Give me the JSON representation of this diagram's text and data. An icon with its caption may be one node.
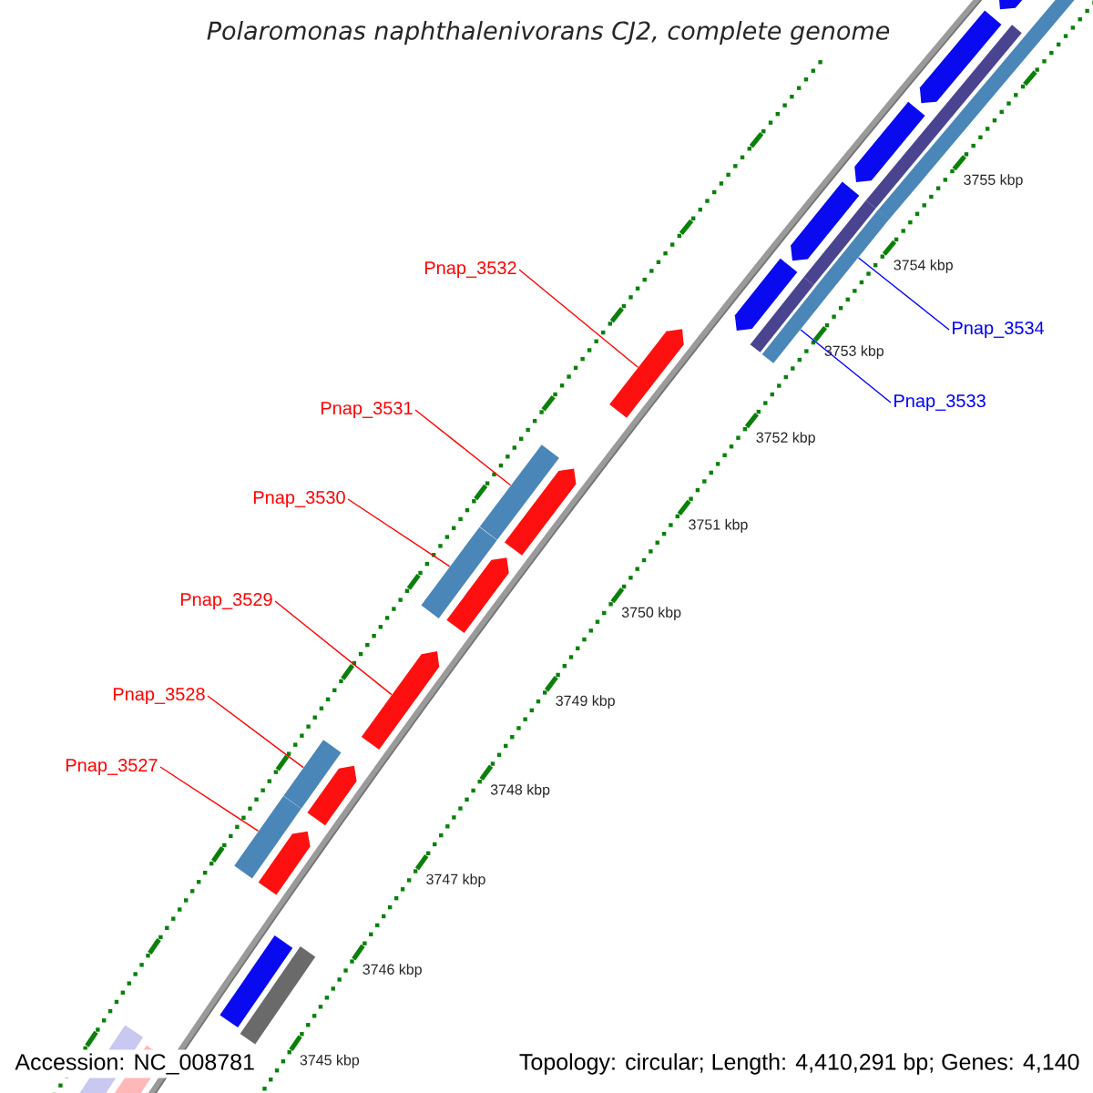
{
  "diagram": {
    "title": "Polaromonas naphthalenivorans CJ2, complete genome",
    "nodes": [
      {
        "text": [
          "Pnap_3532"
        ]
      },
      {
        "text": [
          "Pnap_3534"
        ]
      },
      {
        "text": [
          "Pnap_3533"
        ]
      },
      {
        "text": [
          "Pnap_3531"
        ]
      },
      {
        "text": [
          "Pnap_3530"
        ]
      },
      {
        "text": [
          "Pnap_3529"
        ]
      },
      {
        "text": [
          "Pnap_3528"
        ]
      },
      {
        "text": [
          "Pnap_3527"
        ]
      },
      {
        "text": [],
        "shape": "bar"
      },
      {
        "text": [],
        "shape": "bar"
      },
      {
        "text": [],
        "shape": "bar"
      },
      {
        "text": [],
        "shape": "bar"
      },
      {
        "text": [],
        "shape": "bar"
      },
      {
        "text": [],
        "shape": "bar"
      },
      {
        "text": [],
        "shape": "bar"
      },
      {
        "text": [],
        "shape": "bar"
      }
    ],
    "edges": [
      {
        "from": 0,
        "to": 10,
        "arrow": "none"
      },
      {
        "from": 1,
        "to": 8,
        "arrow": "none",
        "color": "#0000ff"
      },
      {
        "from": 2,
        "to": 9,
        "arrow": "none",
        "color": "#0000ff"
      },
      {
        "from": 3,
        "to": 11,
        "arrow": "none"
      },
      {
        "from": 4,
        "to": 12,
        "arrow": "none"
      },
      {
        "from": 5,
        "to": 13,
        "arrow": "none"
      },
      {
        "from": 6,
        "to": 14,
        "arrow": "none"
      },
      {
        "from": 7,
        "to": 15,
        "arrow": "none"
      }
    ],
    "labels": [
      "3755 kbp",
      "3754 kbp",
      "3753 kbp",
      "3752 kbp",
      "3751 kbp",
      "3750 kbp",
      "3749 kbp",
      "3748 kbp",
      "3747 kbp",
      "3746 kbp",
      "3745 kbp",
      "Accession: NC_008781",
      "Topology: circular; Length: 4,410,291 bp; Genes: 4,140"
    ]
  }
}
